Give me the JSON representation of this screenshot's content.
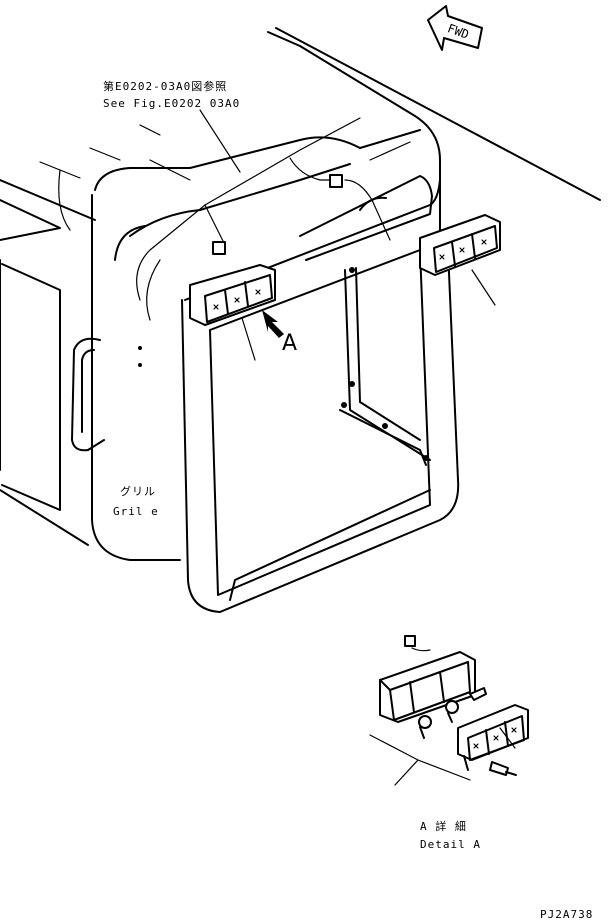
{
  "labels": {
    "ref_jp": "第E0202-03A0図参照",
    "ref_en": "See Fig.E0202 03A0",
    "grille_jp": "グリル",
    "grille_en": "Gril e",
    "view_a": "A",
    "detail_jp": "A 詳 細",
    "detail_en": "Detail A",
    "fwd": "FWD",
    "drawing_no": "PJ2A738"
  }
}
